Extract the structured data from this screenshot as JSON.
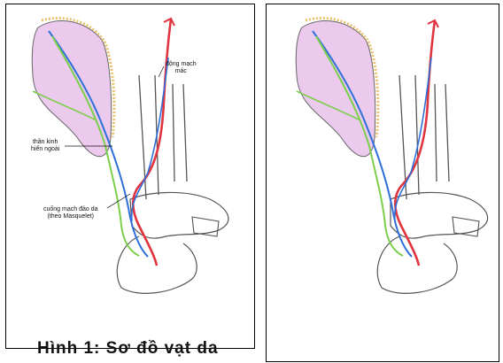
{
  "figure": {
    "caption": "Hình 1: Sơ đồ vạt da",
    "labels": {
      "artery": [
        "động mạch",
        "mác"
      ],
      "nerve": [
        "thần kinh",
        "hiển ngoài"
      ],
      "pedicle": [
        "cuống mạch đảo da",
        "(theo Masquelet)"
      ]
    }
  },
  "colors": {
    "artery": "#e0343f",
    "vein_blue": "#2f6fd8",
    "nerve_green": "#7ccf4a",
    "flap_fill": "#e6b8e8",
    "fat_border": "#e8c06a",
    "outline": "#555555"
  }
}
